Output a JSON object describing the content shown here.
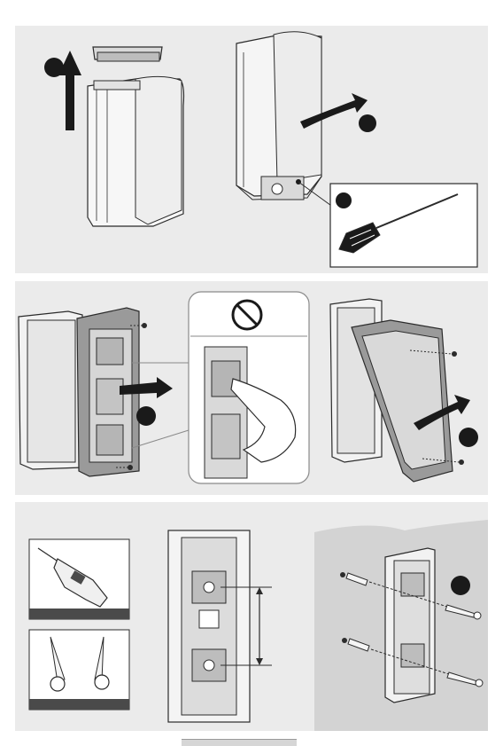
{
  "document": {
    "type": "installation-instructions",
    "panels": [
      {
        "id": "panel-1",
        "steps": [
          "remove-cover",
          "unscrew-housing",
          "screwdriver-tool"
        ]
      },
      {
        "id": "panel-2",
        "steps": [
          "remove-board",
          "do-not-touch-board",
          "detach-back-plate"
        ]
      },
      {
        "id": "panel-3",
        "steps": [
          "tools-drill-screws",
          "mounting-template",
          "wall-mount"
        ]
      }
    ],
    "icons": [
      "arrow-up-icon",
      "rotate-arrow-icon",
      "screwdriver-icon",
      "no-sign-icon",
      "drill-icon",
      "screws-icon",
      "wall-plug-icon",
      "screw-icon"
    ]
  },
  "colors": {
    "panel_bg": "#ebebeb",
    "step_badge": "#1a1a1a",
    "line_art": "#2b2b2b",
    "housing_fill": "#f7f7f7",
    "board_fill": "#9a9a9a",
    "tool_band": "#4a4a4a"
  }
}
